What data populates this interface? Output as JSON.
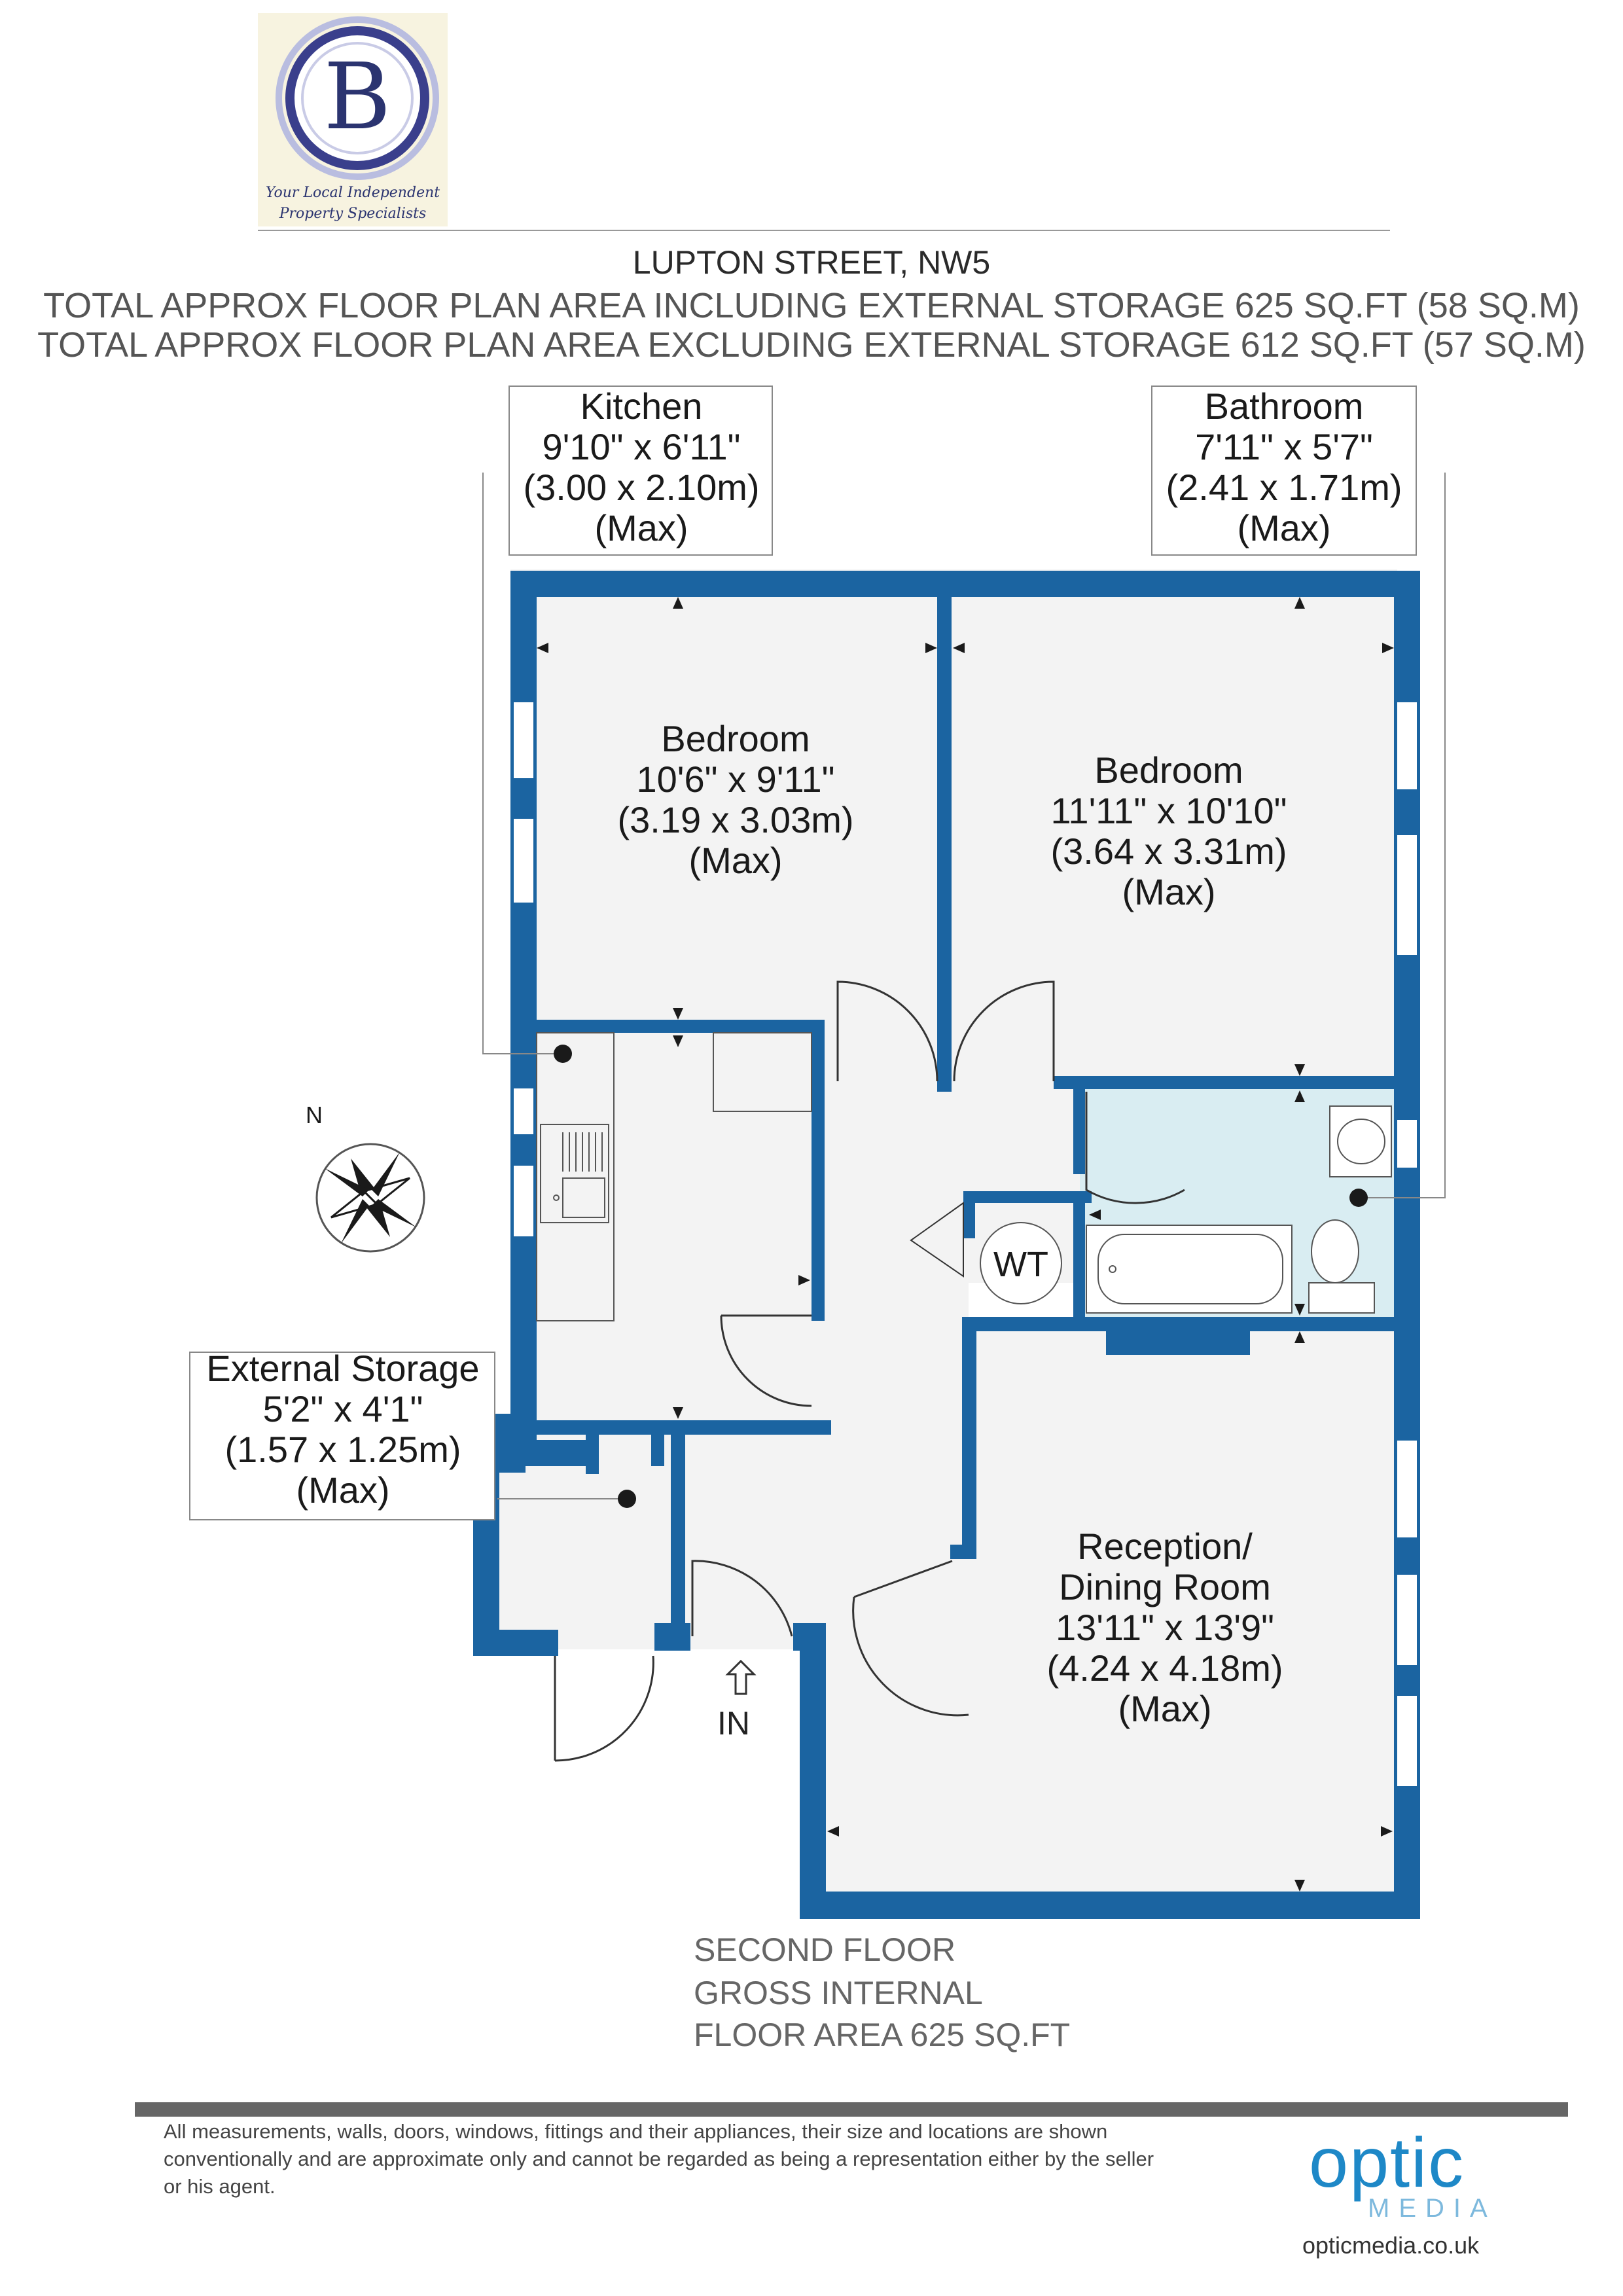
{
  "logo": {
    "letter": "B",
    "tagline_1": "Your Local Independent",
    "tagline_2": "Property Specialists",
    "colors": {
      "ring": "#3a3f8c",
      "bg": "#f7f3e0"
    }
  },
  "header": {
    "address": "LUPTON STREET, NW5",
    "area_including": "TOTAL APPROX FLOOR PLAN AREA INCLUDING EXTERNAL STORAGE 625 SQ.FT (58 SQ.M)",
    "area_excluding": "TOTAL APPROX FLOOR PLAN AREA EXCLUDING EXTERNAL STORAGE 612 SQ.FT (57 SQ.M)"
  },
  "rooms": {
    "kitchen": {
      "name": "Kitchen",
      "imperial": "9'10\" x 6'11\"",
      "metric": "(3.00 x 2.10m)",
      "note": "(Max)"
    },
    "bathroom": {
      "name": "Bathroom",
      "imperial": "7'11\" x 5'7\"",
      "metric": "(2.41 x 1.71m)",
      "note": "(Max)"
    },
    "bedroom_1": {
      "name": "Bedroom",
      "imperial": "10'6\" x 9'11\"",
      "metric": "(3.19 x 3.03m)",
      "note": "(Max)"
    },
    "bedroom_2": {
      "name": "Bedroom",
      "imperial": "11'11\" x 10'10\"",
      "metric": "(3.64 x 3.31m)",
      "note": "(Max)"
    },
    "storage": {
      "name": "External Storage",
      "imperial": "5'2\" x 4'1\"",
      "metric": "(1.57 x 1.25m)",
      "note": "(Max)"
    },
    "reception": {
      "name_1": "Reception/",
      "name_2": "Dining Room",
      "imperial": "13'11\" x 13'9\"",
      "metric": "(4.24 x 4.18m)",
      "note": "(Max)"
    },
    "wt": "WT"
  },
  "compass": {
    "label": "N"
  },
  "entrance": {
    "label": "IN"
  },
  "floor_info": {
    "line_1": "SECOND FLOOR",
    "line_2": "GROSS INTERNAL",
    "line_3": "FLOOR AREA 625 SQ.FT"
  },
  "footer": {
    "disclaimer": "All measurements, walls, doors, windows, fittings and their appliances, their size and locations are shown conventionally and are approximate only and cannot be regarded as being a representation either by the seller or his agent.",
    "brand_word": "optic",
    "brand_sub": "MEDIA",
    "brand_url": "opticmedia.co.uk"
  },
  "colors": {
    "wall": "#1b64a1",
    "floor": "#f3f3f3",
    "bathroom_floor": "#d9edf2",
    "footer_bar": "#666666",
    "brand": "#1e88c7"
  }
}
